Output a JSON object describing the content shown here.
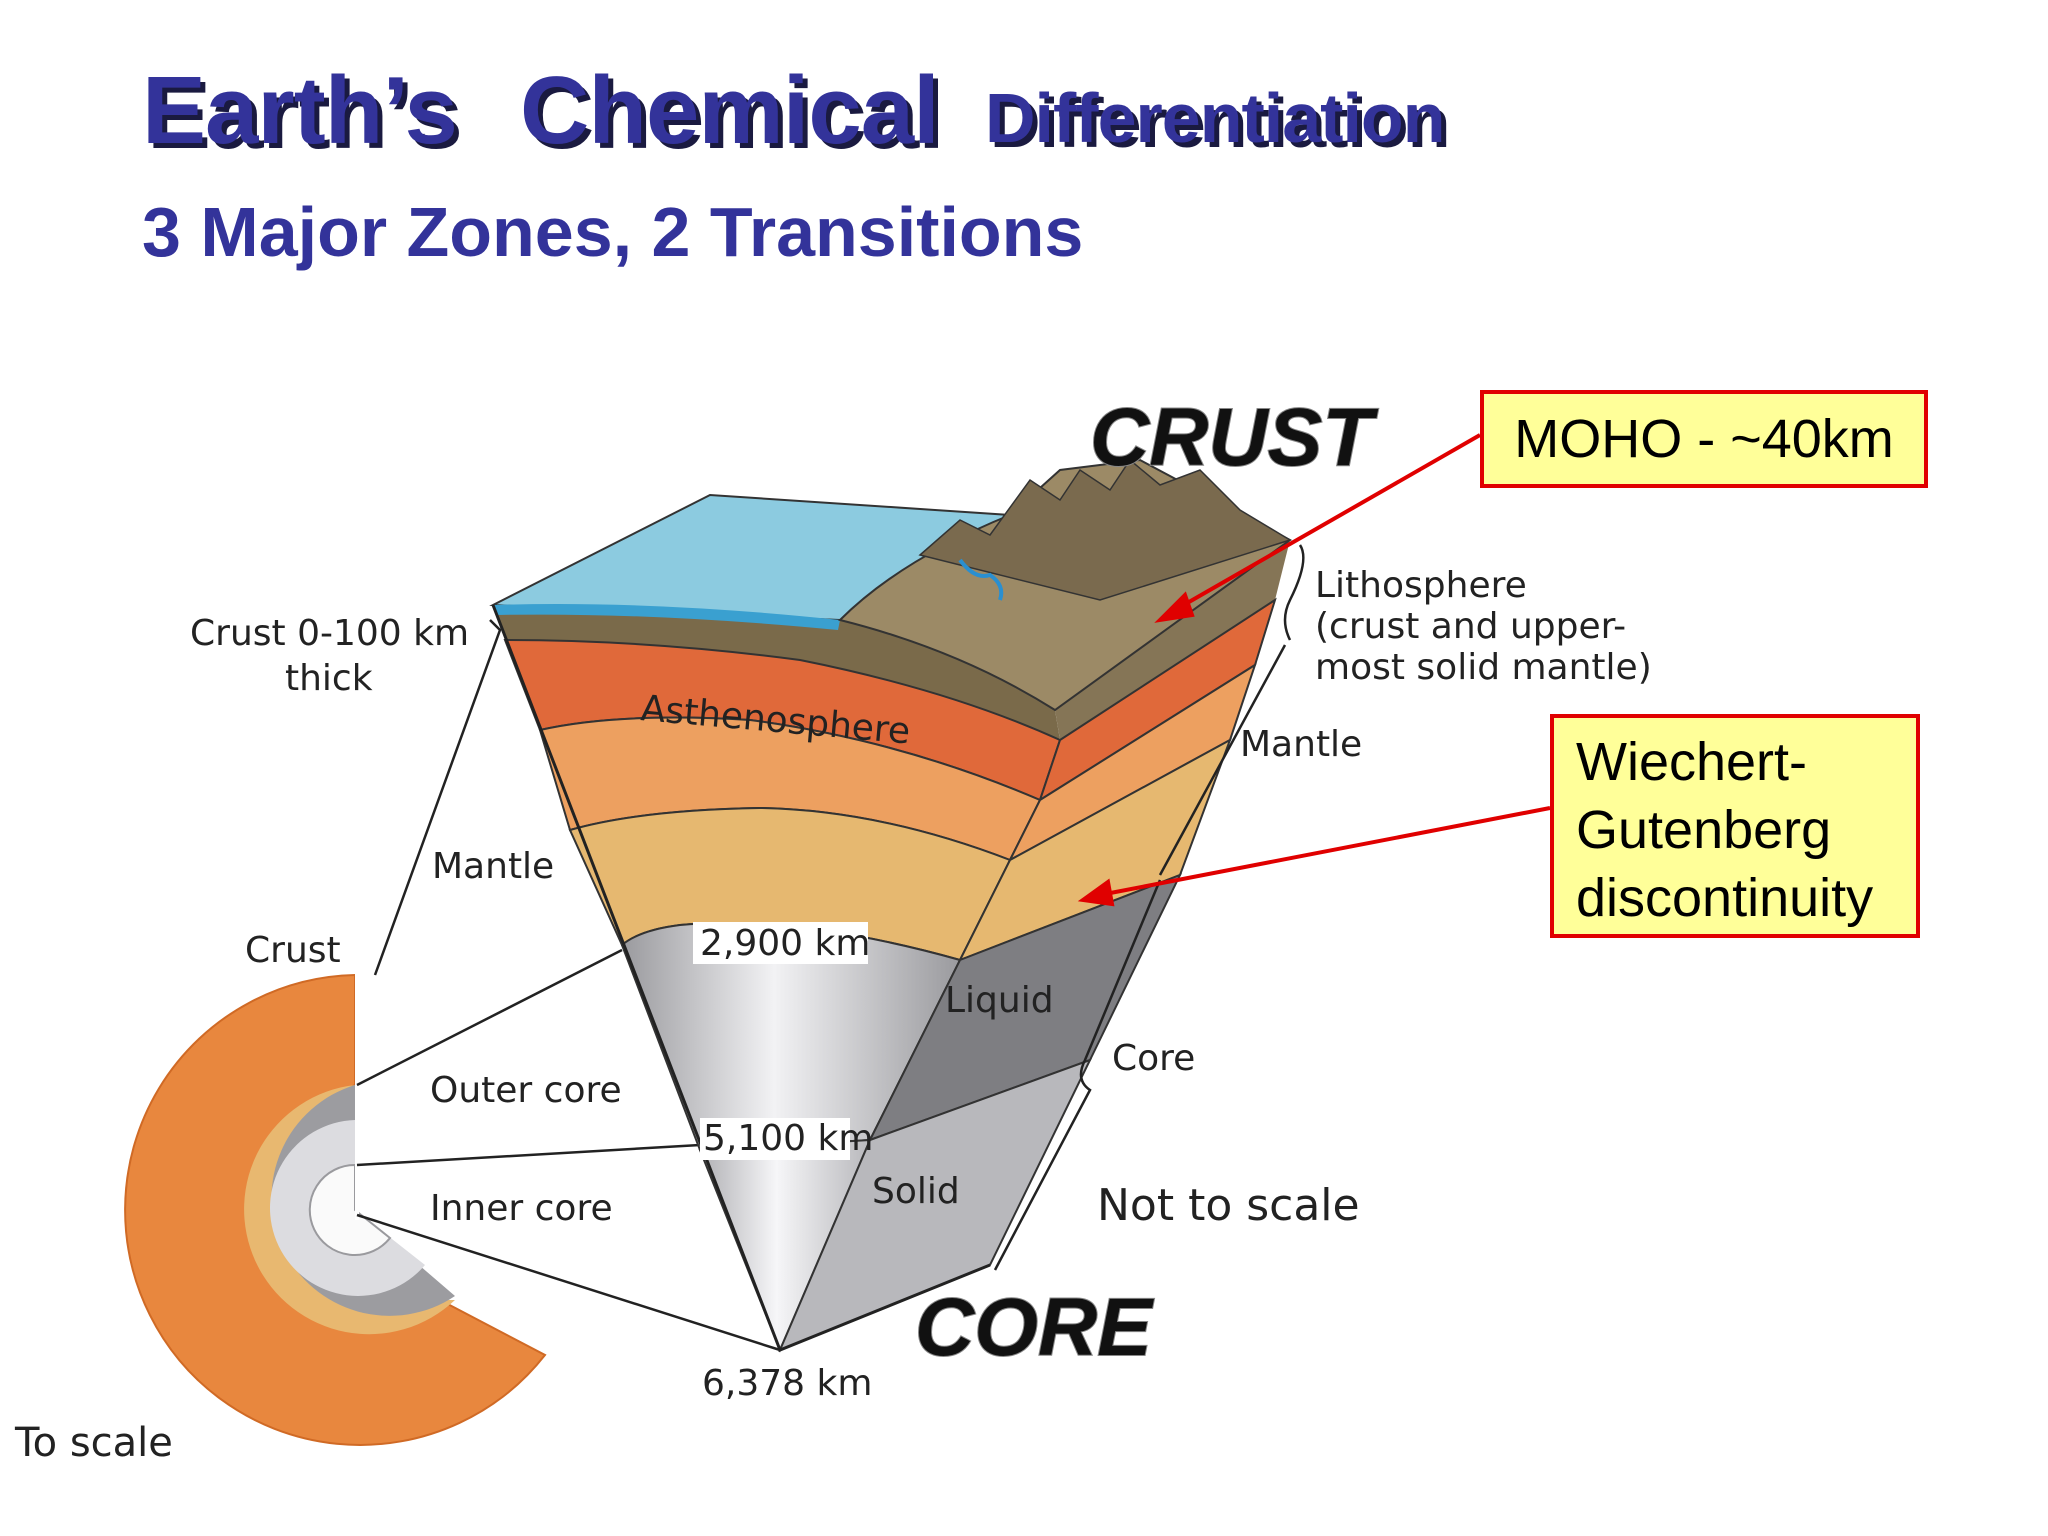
{
  "header": {
    "title_part1": "Earth’s",
    "title_part2": "Chemical",
    "title_part3": "Differentiation",
    "subtitle": "3 Major Zones, 2 Transitions"
  },
  "callouts": {
    "moho": "MOHO - ~40km",
    "wiechert_lines": [
      "Wiechert-",
      "Gutenberg",
      "discontinuity"
    ]
  },
  "diagram": {
    "big_labels": {
      "crust": "CRUST",
      "core": "CORE"
    },
    "left_labels": {
      "crust_thickness_line1": "Crust 0-100 km",
      "crust_thickness_line2": "thick",
      "mantle": "Mantle",
      "crust": "Crust",
      "outer_core": "Outer core",
      "inner_core": "Inner core",
      "to_scale": "To scale"
    },
    "right_labels": {
      "lithosphere_line1": "Lithosphere",
      "lithosphere_line2": "(crust and upper-",
      "lithosphere_line3": "most solid mantle)",
      "mantle": "Mantle",
      "core": "Core",
      "not_to_scale": "Not to scale"
    },
    "inner_labels": {
      "asthenosphere": "Asthenosphere",
      "liquid": "Liquid",
      "solid": "Solid"
    },
    "depths": {
      "d2900": "2,900 km",
      "d5100": "5,100 km",
      "d6378": "6,378 km"
    },
    "colors": {
      "ocean": "#8ccbe0",
      "asthenosphere": "#e0693a",
      "mantle_mid": "#eda060",
      "mantle_lower": "#e6b870",
      "outer_core": "#8a8a8e",
      "inner_core": "#c8c8cc",
      "callout_border": "#e00000",
      "callout_fill": "#ffff99",
      "title": "#33339a"
    }
  }
}
